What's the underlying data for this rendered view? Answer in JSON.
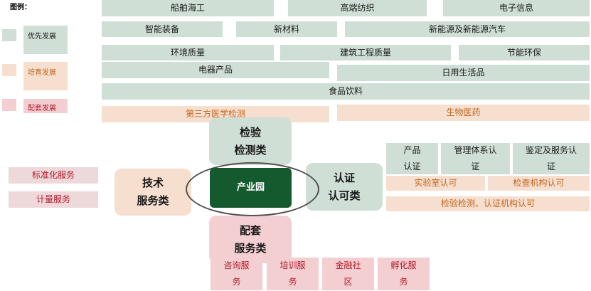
{
  "legend": {
    "title": "图例：",
    "items": [
      {
        "label": "优先发展",
        "color": "#cfdfd5",
        "text_color": "#1a1a1a"
      },
      {
        "label": "培育发展",
        "color": "#f7dfcf",
        "text_color": "#c0651e"
      },
      {
        "label": "配套发展",
        "color": "#f3cfd2",
        "text_color": "#b4192b"
      }
    ]
  },
  "industries": {
    "row1": [
      "船舶海工",
      "高端纺织",
      "电子信息"
    ],
    "row2": [
      "智能装备",
      "新材料",
      "新能源及新能源汽车"
    ],
    "row3": [
      "环境质量",
      "建筑工程质量",
      "节能环保"
    ],
    "row4": [
      "电器产品",
      "日用生活品"
    ],
    "row5": [
      "食品饮料"
    ],
    "row6": [
      "第三方医学检测",
      "生物医药"
    ]
  },
  "hub": {
    "center": "产业园",
    "inspection": [
      "检验",
      "检测类"
    ],
    "certification": [
      "认证",
      "认可类"
    ],
    "technical": [
      "技术",
      "服务类"
    ],
    "supporting": [
      "配套",
      "服务类"
    ]
  },
  "technical_services": [
    "标准化服务",
    "计量服务"
  ],
  "certification_services": {
    "top": [
      [
        "产品",
        "认证"
      ],
      [
        "管理体系认",
        "证"
      ],
      [
        "鉴定及服务认",
        "证"
      ]
    ],
    "lab": "实验室认可",
    "agency": "检查机构认可",
    "combined": "检验检测、认证机构认可"
  },
  "supporting_services": [
    [
      "咨询服",
      "务"
    ],
    [
      "培训服",
      "务"
    ],
    [
      "金融社",
      "区"
    ],
    [
      "孵化服",
      "务"
    ]
  ],
  "colors": {
    "priority": "#cfdfd5",
    "cultivate": "#f7dfcf",
    "supporting": "#f3cfd2",
    "center": "#155a2e"
  }
}
